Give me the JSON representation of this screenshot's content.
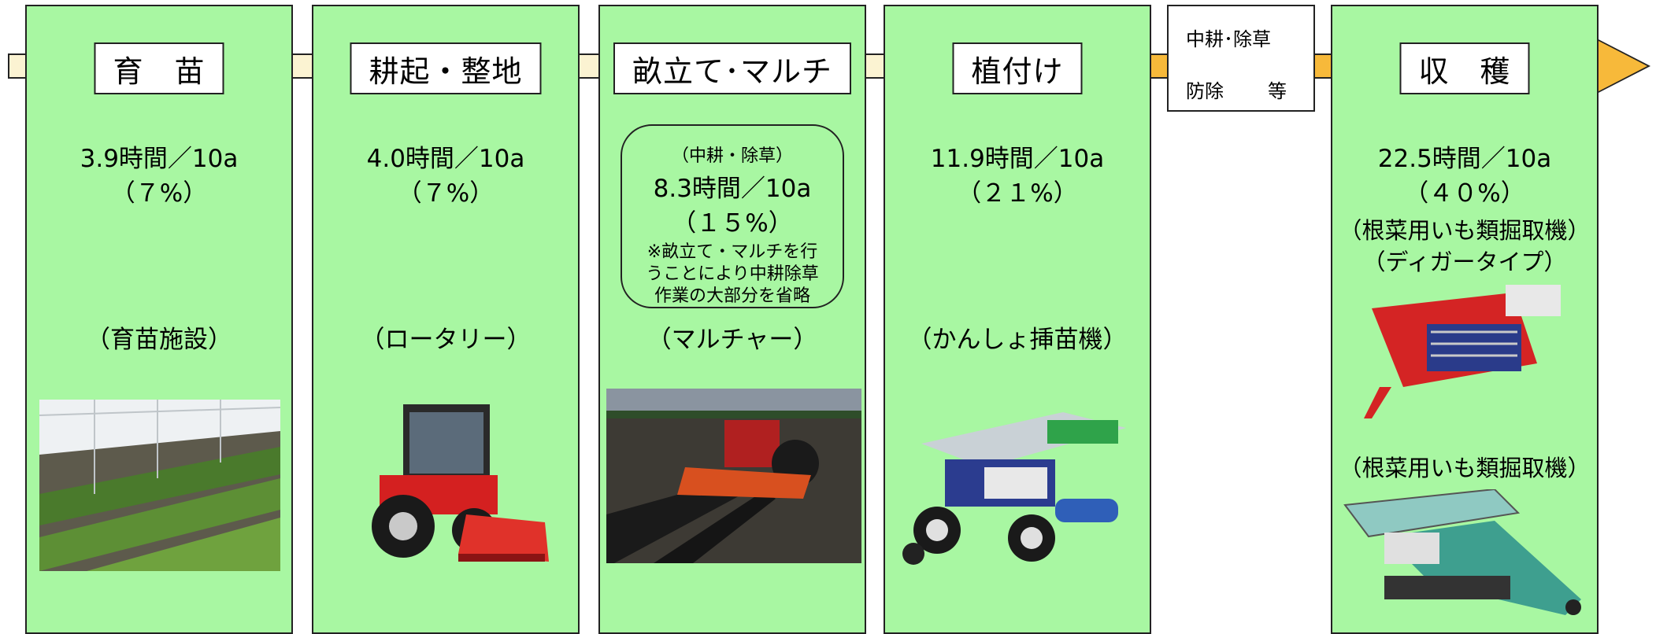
{
  "stages": [
    {
      "title": "育　苗",
      "time": "3.9時間／10a",
      "share": "（７%）",
      "machine": "（育苗施設）"
    },
    {
      "title": "耕起・整地",
      "time": "4.0時間／10a",
      "share": "（７%）",
      "machine": "（ロータリー）"
    },
    {
      "title": "畝立て･マルチ",
      "sub": "（中耕・除草）",
      "time": "8.3時間／10a",
      "share": "（１５%）",
      "note": [
        "※畝立て・マルチを行",
        "うことにより中耕除草",
        "作業の大部分を省略"
      ],
      "machine": "（マルチャー）"
    },
    {
      "title": "植付け",
      "time": "11.9時間／10a",
      "share": "（２１%）",
      "machine": "（かんしょ挿苗機）"
    },
    {
      "title": "収　穫",
      "time": "22.5時間／10a",
      "share": "（４０%）",
      "machine1": "（根菜用いも類掘取機）",
      "machine1b": "（ディガータイプ）",
      "machine2": "（根菜用いも類掘取機）"
    }
  ],
  "side": {
    "line1": "中耕･除草",
    "line2a": "防除",
    "line2b": "等"
  },
  "colors": {
    "panel": "#a8f7a2",
    "arrow": "#f7b93a",
    "band": "#fbf3d2"
  }
}
